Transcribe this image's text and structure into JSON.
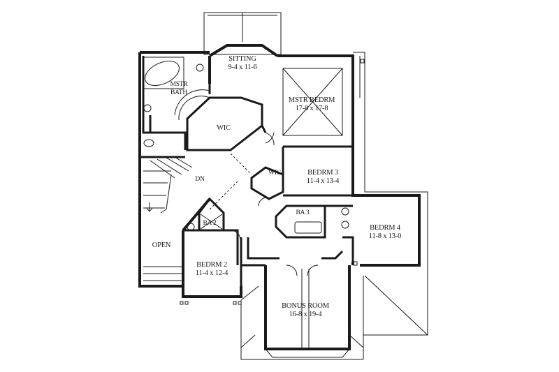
{
  "plan": {
    "rooms": [
      {
        "id": "sitting",
        "name": "SITTING",
        "dim": "9-4 x 11-6"
      },
      {
        "id": "mstr-bath",
        "name": "MSTR",
        "dim": "BATH"
      },
      {
        "id": "mstr-bedrm",
        "name": "MSTR BEDRM",
        "dim": "17-8 x 17-8"
      },
      {
        "id": "wic-1",
        "name": "WIC",
        "dim": ""
      },
      {
        "id": "wic-2",
        "name": "WIC",
        "dim": ""
      },
      {
        "id": "bedrm-3",
        "name": "BEDRM 3",
        "dim": "11-4 x 13-4"
      },
      {
        "id": "ba-3",
        "name": "BA 3",
        "dim": ""
      },
      {
        "id": "bedrm-4",
        "name": "BEDRM 4",
        "dim": "11-8 x 13-0"
      },
      {
        "id": "ba-2",
        "name": "BA 2",
        "dim": ""
      },
      {
        "id": "open",
        "name": "OPEN",
        "dim": ""
      },
      {
        "id": "bedrm-2",
        "name": "BEDRM 2",
        "dim": "11-4 x 12-4"
      },
      {
        "id": "bonus-room",
        "name": "BONUS ROOM",
        "dim": "16-8 x 19-4"
      }
    ],
    "stair_label": "DN"
  }
}
